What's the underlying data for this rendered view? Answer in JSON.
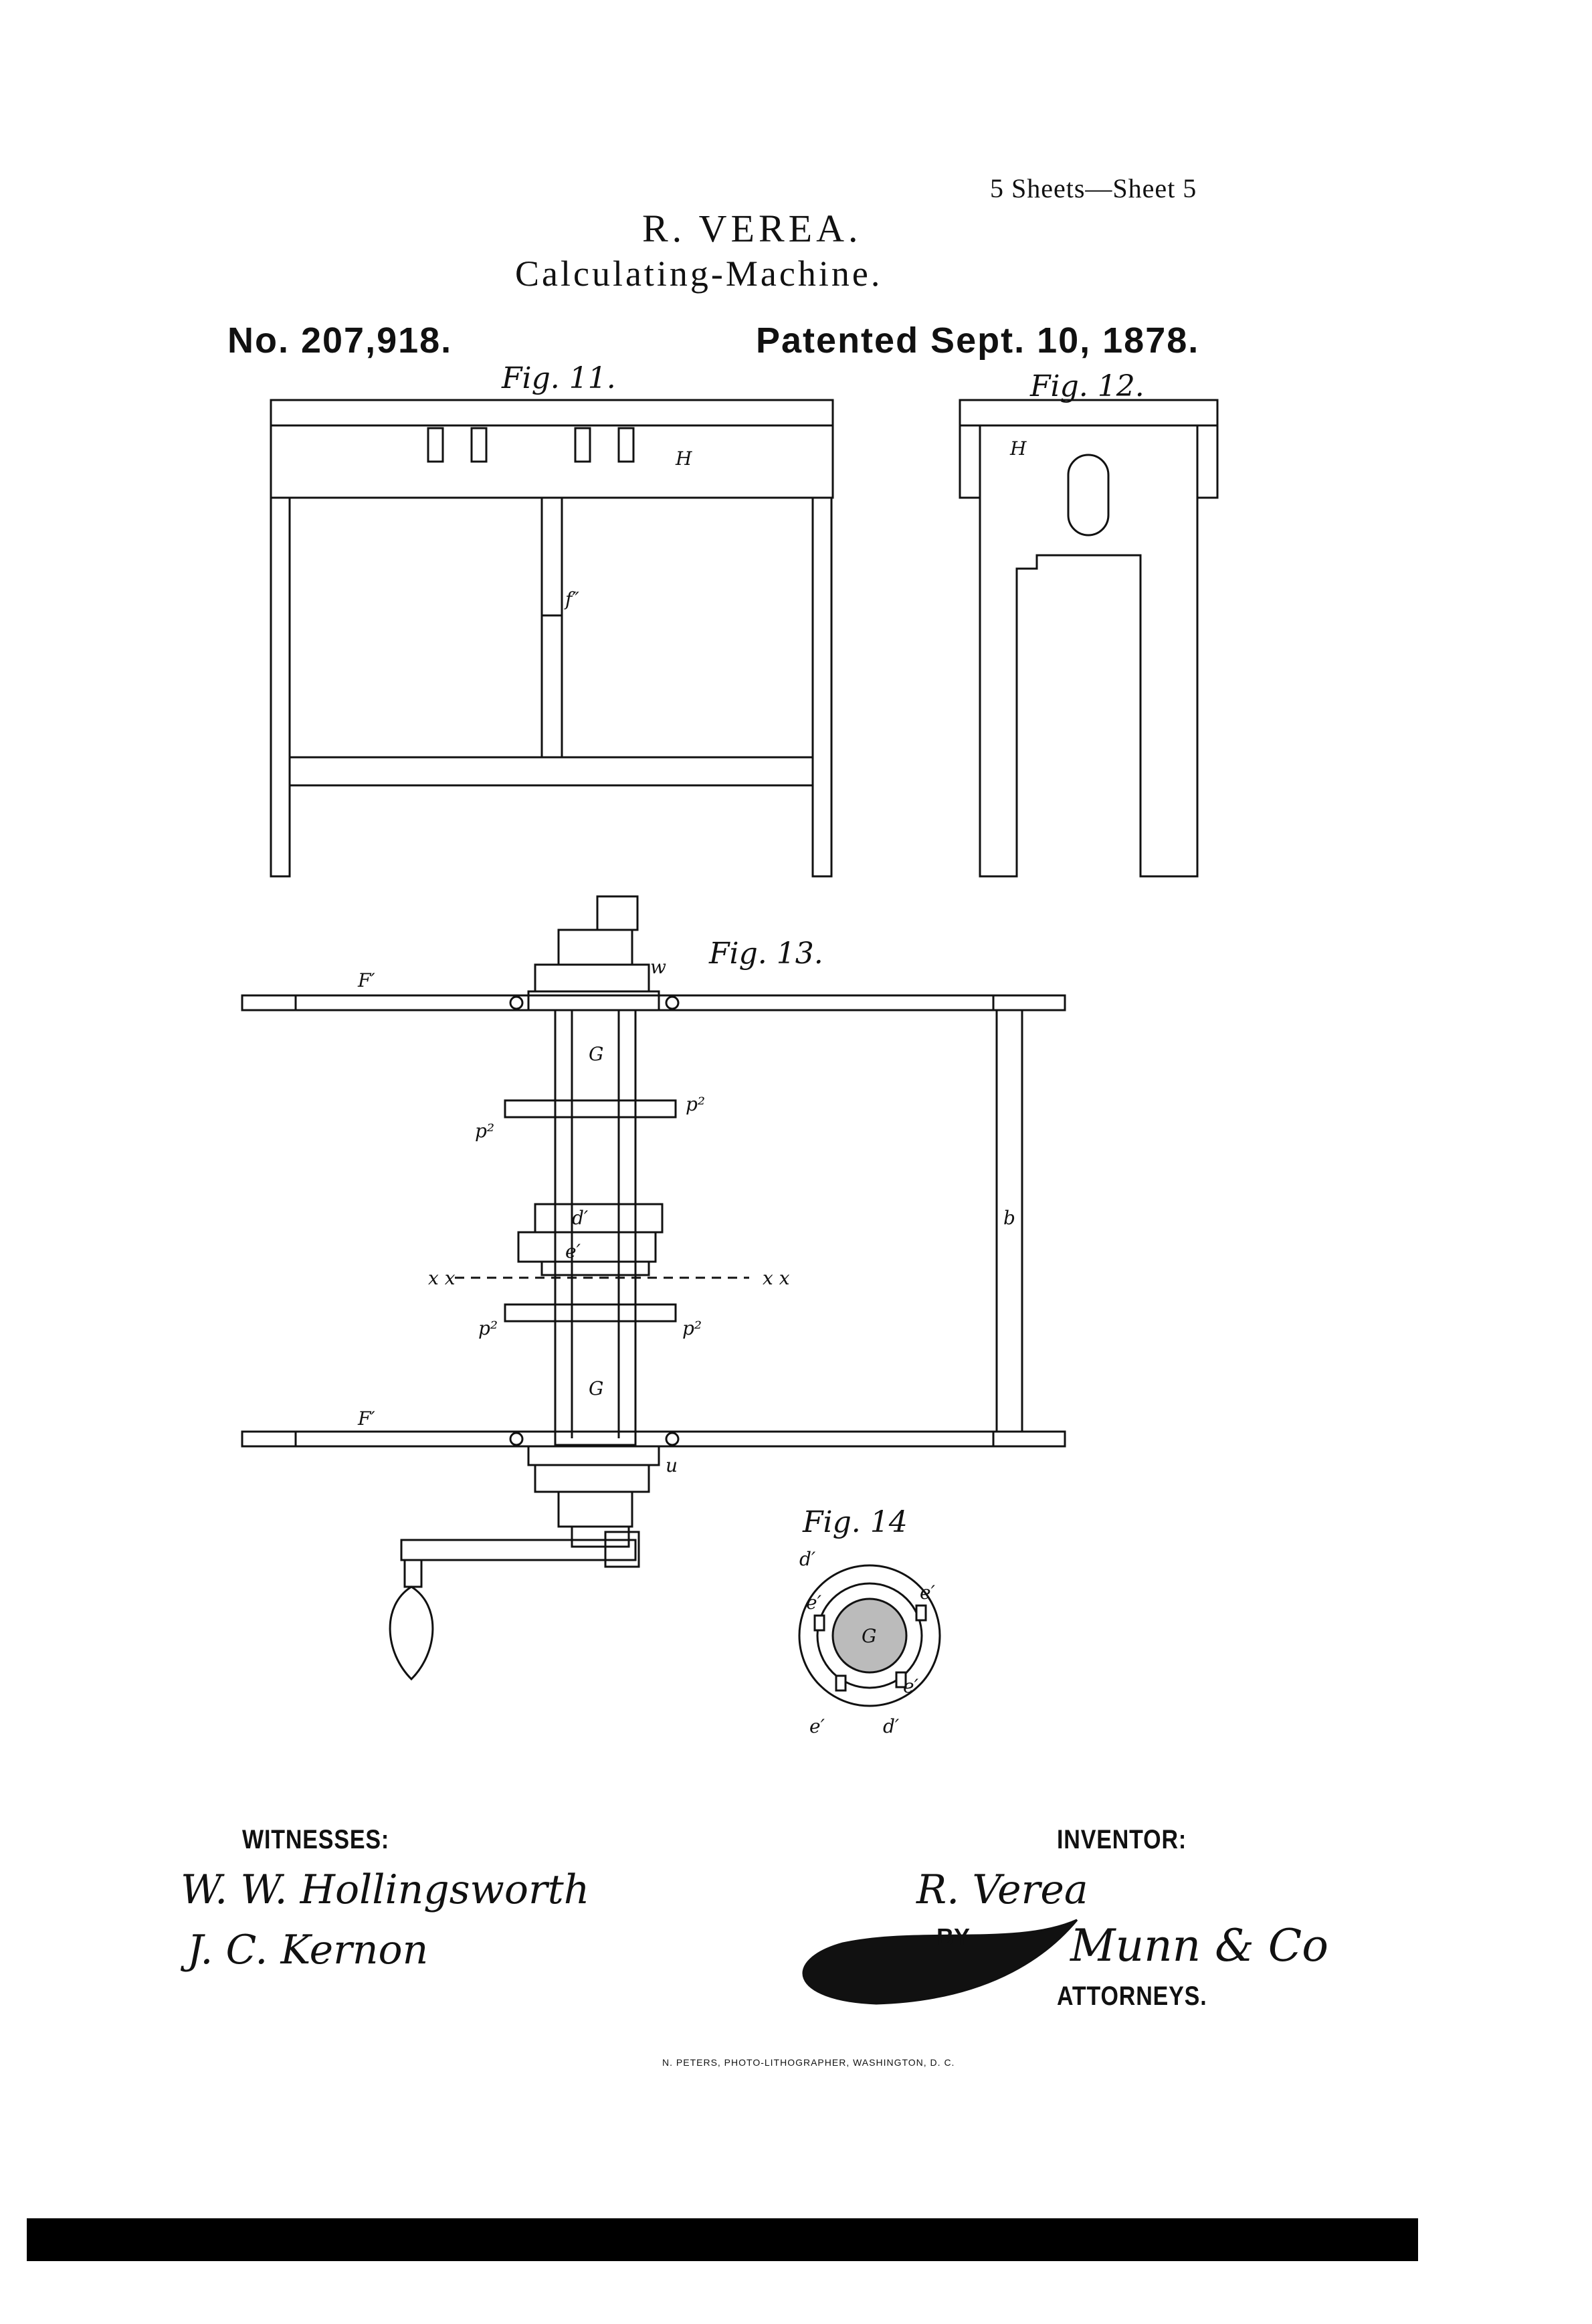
{
  "header": {
    "sheet": "5 Sheets—Sheet 5",
    "inventor": "R. VEREA.",
    "title": "Calculating-Machine.",
    "patent_number": "No. 207,918.",
    "patent_date": "Patented Sept. 10, 1878."
  },
  "figures": {
    "fig11": {
      "label": "Fig. 11.",
      "refs": [
        "H",
        "f″"
      ]
    },
    "fig12": {
      "label": "Fig. 12.",
      "refs": [
        "H"
      ]
    },
    "fig13": {
      "label": "Fig. 13.",
      "refs": [
        "w",
        "F′",
        "G",
        "p²",
        "p²",
        "d′",
        "e′",
        "x x",
        "x x",
        "p²",
        "p²",
        "G",
        "F′",
        "b",
        "u"
      ]
    },
    "fig14": {
      "label": "Fig. 14",
      "refs": [
        "d′",
        "e′",
        "e′",
        "G",
        "e′",
        "e′",
        "d′"
      ]
    }
  },
  "footer": {
    "witnesses_label": "WITNESSES:",
    "witness_1": "W. W. Hollingsworth",
    "witness_2": "J. C. Kernon",
    "inventor_label": "INVENTOR:",
    "inventor_signature": "R. Verea",
    "by_label": "BY",
    "attorney_signature": "Munn & Co",
    "attorneys_label": "ATTORNEYS.",
    "printer": "N. PETERS, PHOTO-LITHOGRAPHER, WASHINGTON, D. C."
  }
}
